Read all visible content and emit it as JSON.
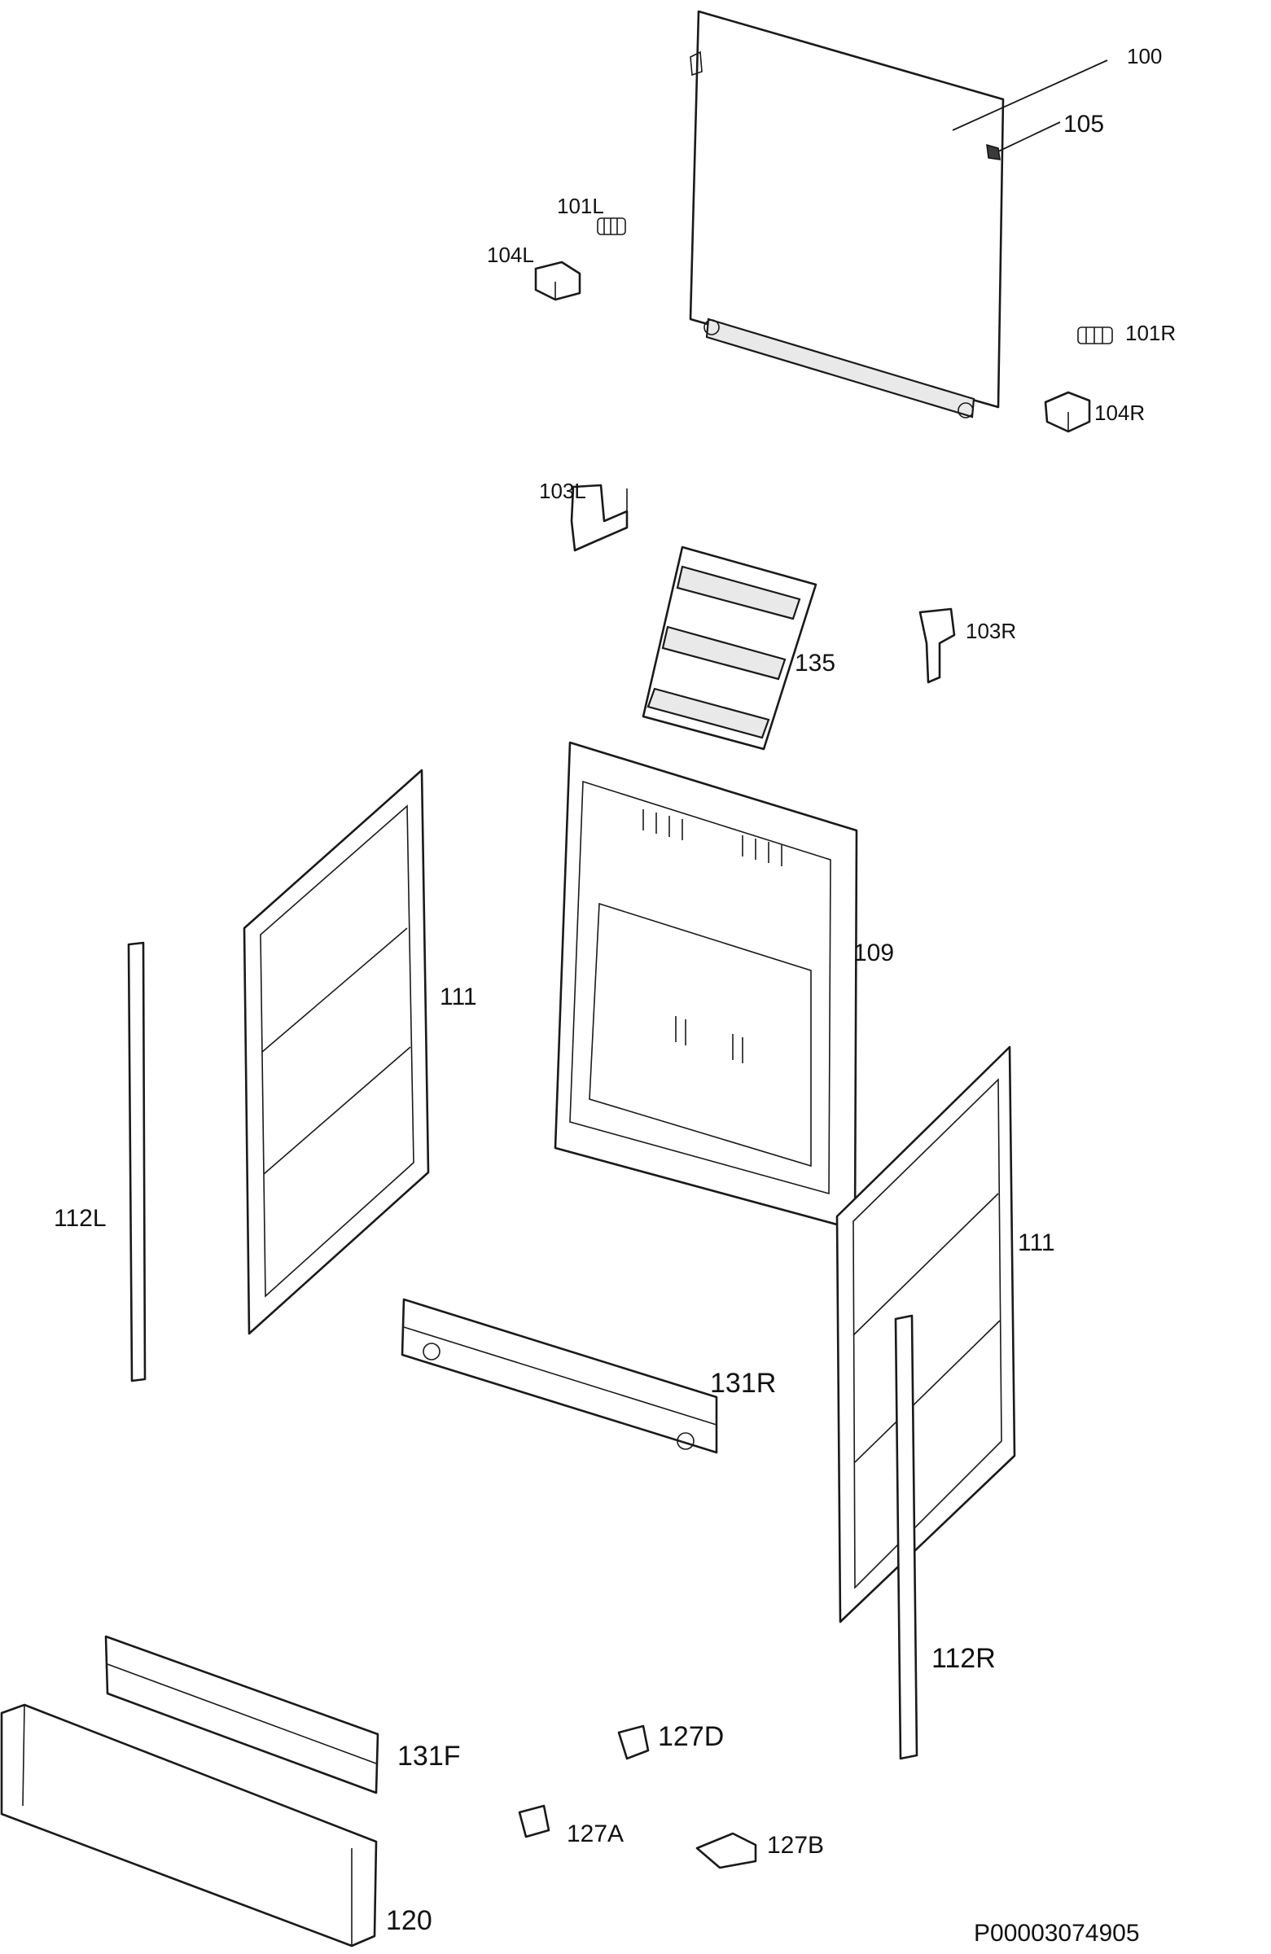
{
  "diagram": {
    "drawing_number": "P00003074905",
    "parts": [
      {
        "id": "100"
      },
      {
        "id": "105"
      },
      {
        "id": "101L"
      },
      {
        "id": "104L"
      },
      {
        "id": "101R"
      },
      {
        "id": "104R"
      },
      {
        "id": "103L"
      },
      {
        "id": "103R"
      },
      {
        "id": "135"
      },
      {
        "id": "109"
      },
      {
        "id": "111"
      },
      {
        "id": "111"
      },
      {
        "id": "112L"
      },
      {
        "id": "112R"
      },
      {
        "id": "131R"
      },
      {
        "id": "131F"
      },
      {
        "id": "127D"
      },
      {
        "id": "127A"
      },
      {
        "id": "127B"
      },
      {
        "id": "120"
      }
    ]
  }
}
